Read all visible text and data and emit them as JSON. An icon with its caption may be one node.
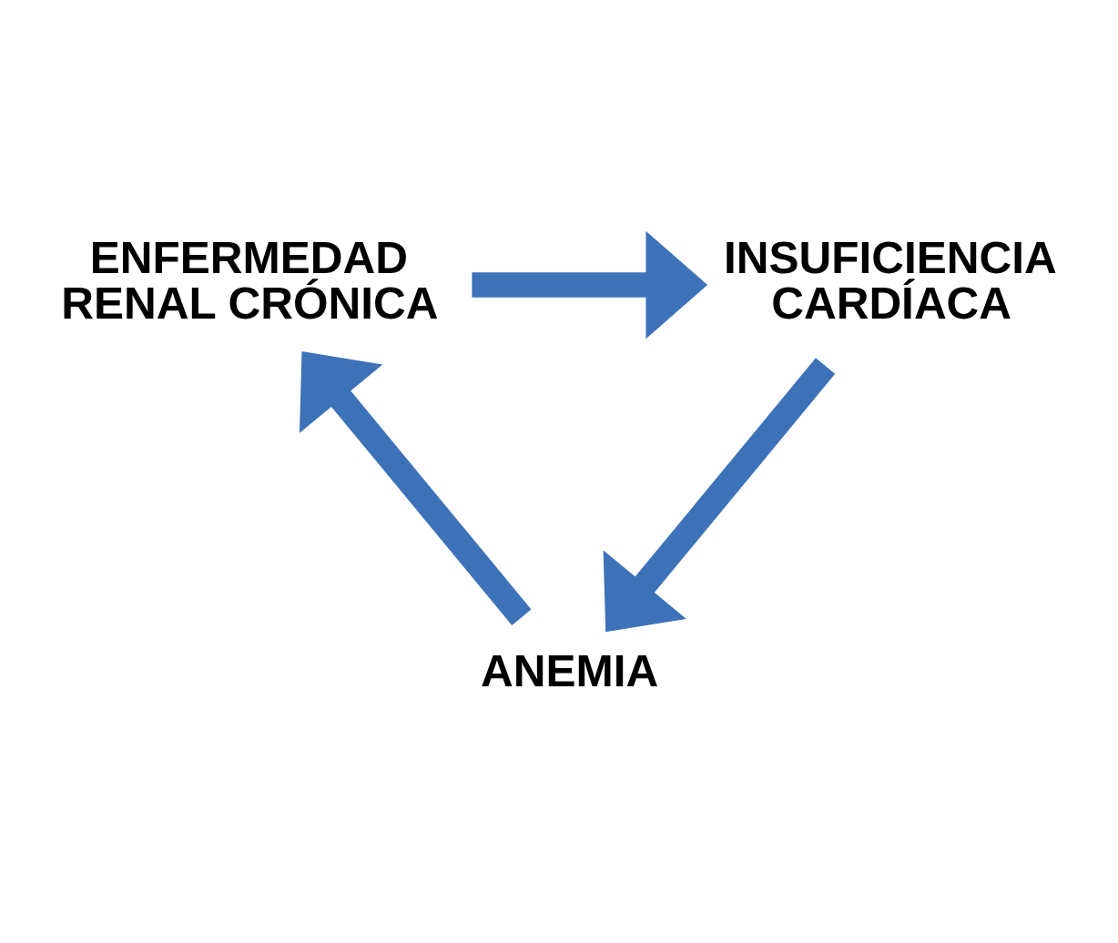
{
  "diagram": {
    "nodes": [
      {
        "text": [
          "ENFERMEDAD RENAL CRÓNICA"
        ]
      },
      {
        "text": [
          "INSUFICIENCIA CARDÍACA"
        ]
      },
      {
        "text": [
          "ANEMIA"
        ]
      }
    ],
    "edges": [
      {
        "from": 0,
        "to": 1,
        "arrow": "to"
      },
      {
        "from": 1,
        "to": 2,
        "arrow": "to"
      },
      {
        "from": 2,
        "to": 0,
        "arrow": "to"
      }
    ]
  }
}
